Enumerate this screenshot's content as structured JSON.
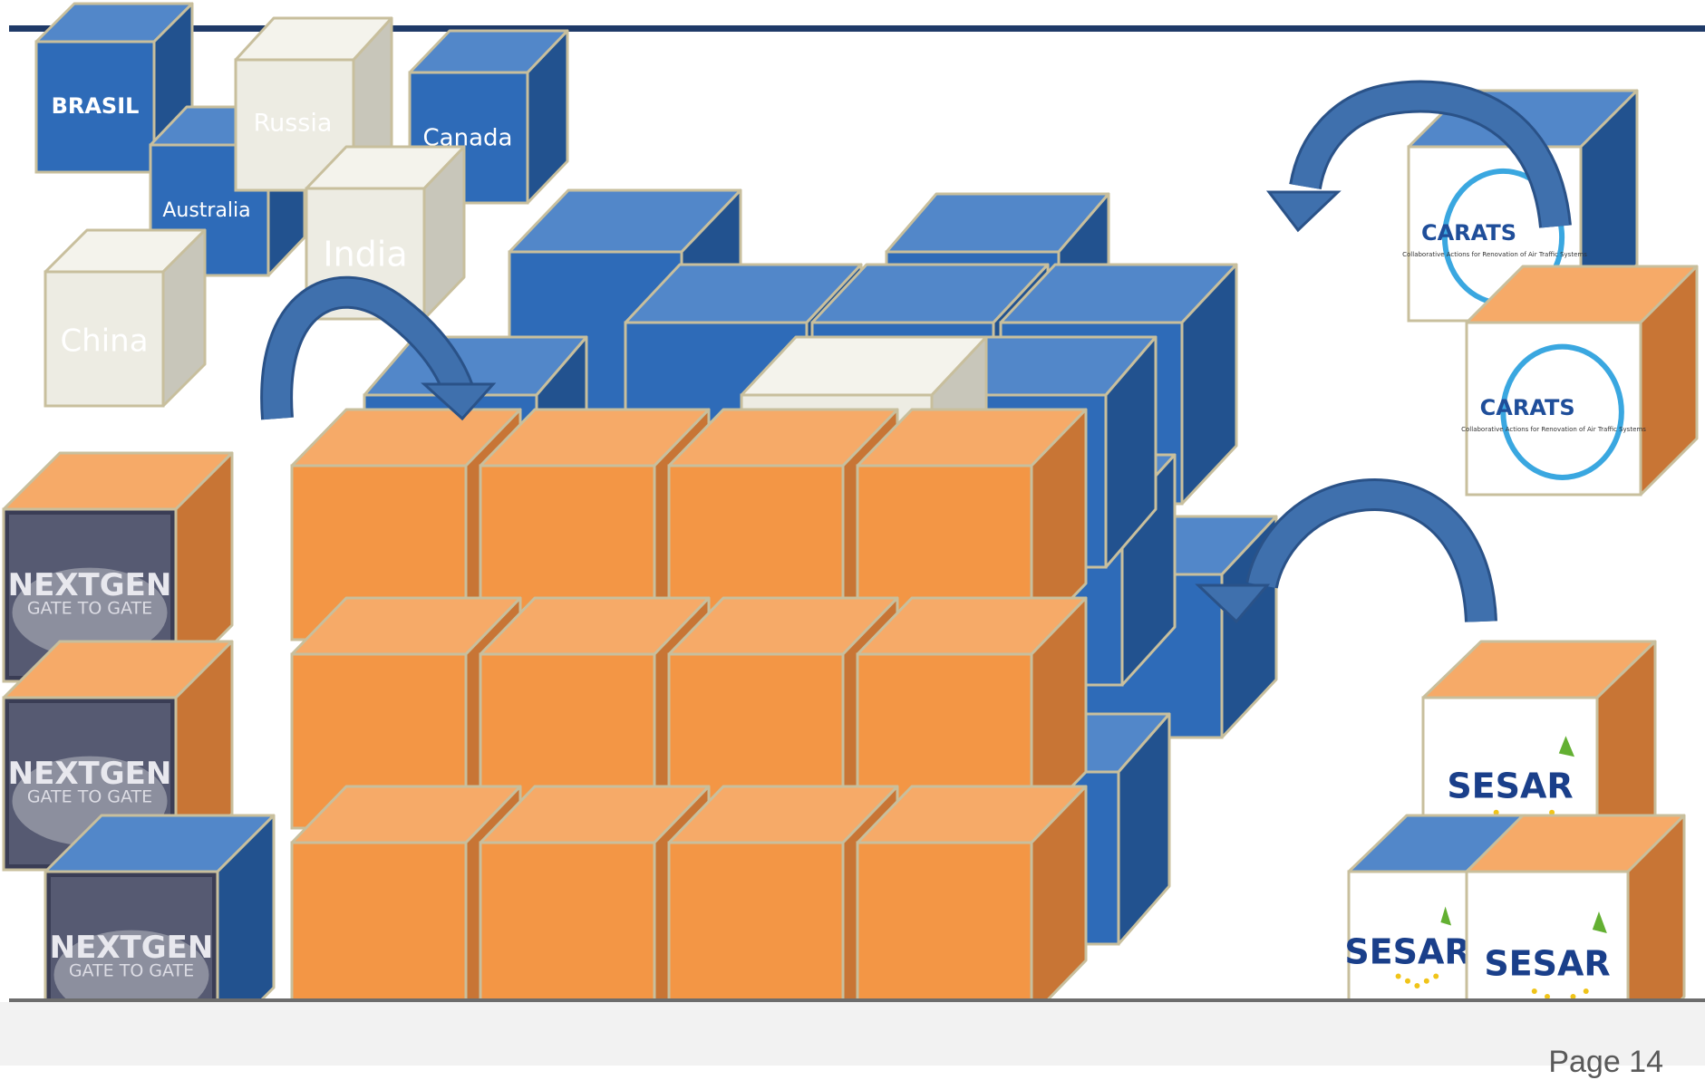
{
  "slide": {
    "page_number": "Page 14"
  },
  "countries": [
    {
      "label": "BRASIL",
      "color": "blue"
    },
    {
      "label": "Russia",
      "color": "beige"
    },
    {
      "label": "Canada",
      "color": "blue"
    },
    {
      "label": "Australia",
      "color": "blue"
    },
    {
      "label": "India",
      "color": "beige"
    },
    {
      "label": "China",
      "color": "beige"
    }
  ],
  "programs": {
    "nextgen": {
      "title": "NEXTGEN",
      "subtitle": "GATE TO GATE"
    },
    "carats": {
      "title": "CARATS",
      "subtitle": "Collaborative Actions for Renovation of Air Traffic Systems"
    },
    "sesar": {
      "title": "SESAR"
    }
  },
  "colors": {
    "blue_front": "#2e6bb8",
    "blue_top": "#5287c9",
    "blue_side": "#22528f",
    "orange_front": "#f39645",
    "orange_top": "#f6aa68",
    "orange_side": "#c87535",
    "beige_front": "#edece3",
    "beige_top": "#f4f3ec",
    "beige_side": "#c8c6ba",
    "edge": "#c8bf9d",
    "arrow": "#3f70ad",
    "header_bar": "#1f3a68"
  }
}
